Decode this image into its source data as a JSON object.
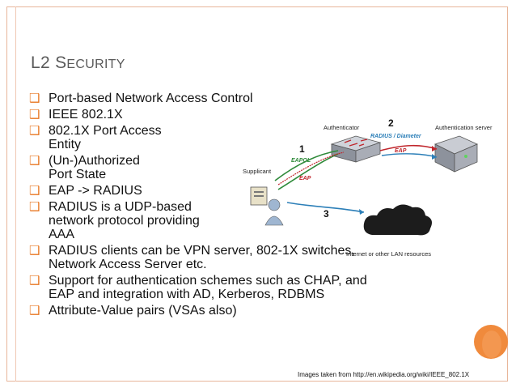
{
  "slide": {
    "title_first": "L",
    "title_rest_big": "2 S",
    "title_rest_small": "ECURITY"
  },
  "bullets": [
    {
      "lines": [
        "Port-based Network Access Control"
      ]
    },
    {
      "lines": [
        "IEEE 802.1X"
      ]
    },
    {
      "lines": [
        "802.1X Port Access",
        "Entity"
      ]
    },
    {
      "lines": [
        "(Un-)Authorized",
        "Port State"
      ]
    },
    {
      "lines": [
        "EAP -> RADIUS"
      ]
    },
    {
      "lines": [
        "RADIUS is a UDP-based",
        "network protocol providing",
        " AAA"
      ]
    },
    {
      "lines": [
        "RADIUS clients can be VPN server, 802-1X switches,",
        "Network Access Server etc."
      ]
    },
    {
      "lines": [
        "Support for authentication schemes such as CHAP, and",
        "EAP and integration with AD, Kerberos, RDBMS"
      ]
    },
    {
      "lines": [
        "Attribute-Value pairs (VSAs also)"
      ]
    }
  ],
  "diagram": {
    "authenticator": "Authenticator",
    "authentication_server": "Authentication server",
    "supplicant": "Supplicant",
    "radius_diameter": "RADIUS / Diameter",
    "eapol": "EAPOL",
    "eap_left": "EAP",
    "eap_right": "EAP",
    "internet": "Internet or other LAN resources",
    "step1": "1",
    "step2": "2",
    "step3": "3"
  },
  "caption": "Images taken from http://en.wikipedia.org/wiki/IEEE_802.1X",
  "colors": {
    "accent_orange": "#e87722",
    "frame": "#e8b69a",
    "arrow_green": "#2f8a3a",
    "arrow_red": "#c0262c",
    "arrow_blue": "#2c7fb8"
  }
}
